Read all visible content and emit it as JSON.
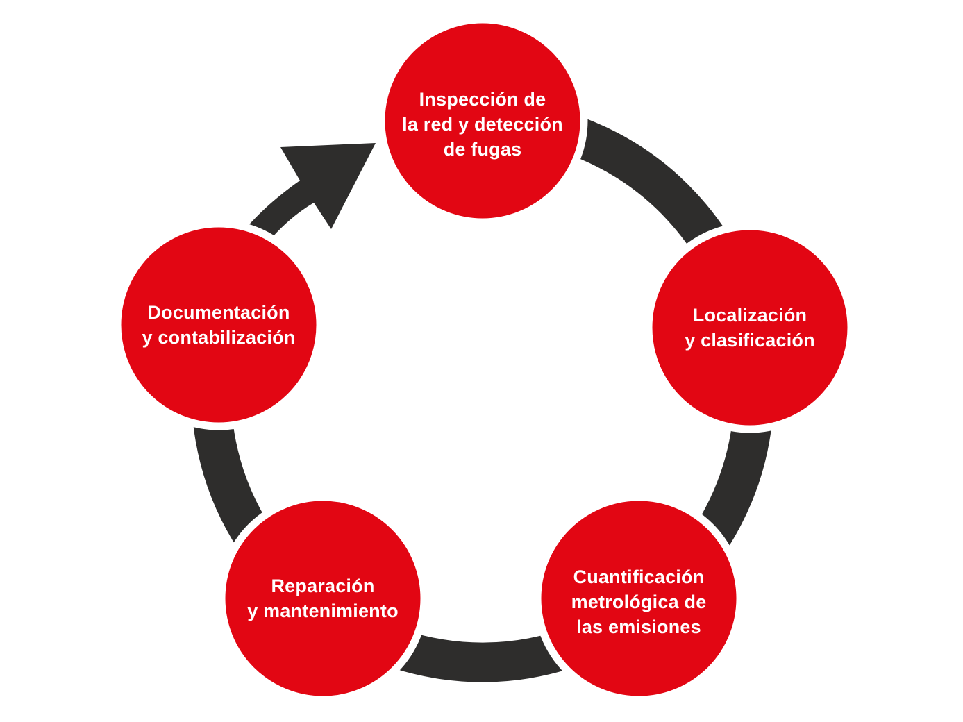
{
  "diagram": {
    "type": "cycle",
    "background_color": "#ffffff",
    "circle_color": "#e20613",
    "arc_color": "#2e2d2c",
    "text_color": "#ffffff",
    "direction": "clockwise",
    "steps": [
      {
        "id": "inspeccion-red-deteccion-fugas",
        "position": "top",
        "label": "Inspección de la red y detección de fugas",
        "lines": [
          "Inspección de",
          "la red y detección",
          "de fugas"
        ]
      },
      {
        "id": "localizacion-clasificacion",
        "position": "right",
        "label": "Localización y clasificación",
        "lines": [
          "Localización",
          "y clasificación"
        ]
      },
      {
        "id": "cuantificacion-metrologica-emisiones",
        "position": "bottom-right",
        "label": "Cuantificación metrológica de las emisiones",
        "lines": [
          "Cuantificación",
          "metrológica de",
          "las emisiones"
        ]
      },
      {
        "id": "reparacion-mantenimiento",
        "position": "bottom-left",
        "label": "Reparación y mantenimiento",
        "lines": [
          "Reparación",
          "y mantenimiento"
        ]
      },
      {
        "id": "documentacion-contabilizacion",
        "position": "left",
        "label": "Documentación y contabilización",
        "lines": [
          "Documentación",
          "y contabilización"
        ]
      }
    ]
  }
}
